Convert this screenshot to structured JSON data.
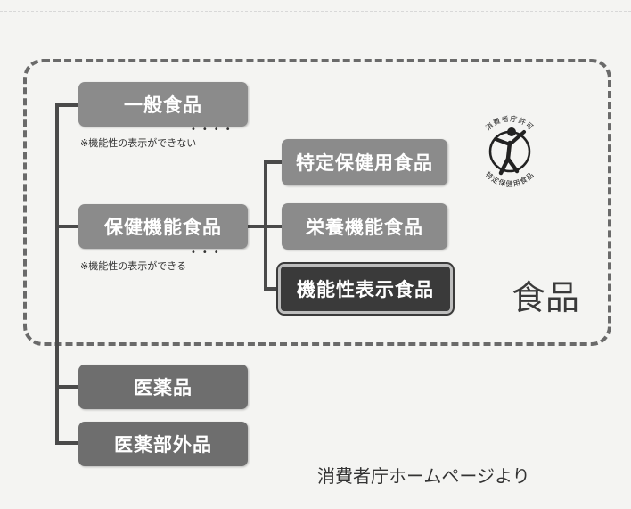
{
  "categories": {
    "general_food": "一般食品",
    "health_function_food": "保健機能食品",
    "foshu": "特定保健用食品",
    "nutrient_function_food": "栄養機能食品",
    "functional_claim_food": "機能性表示食品",
    "pharmaceuticals": "医薬品",
    "quasi_drugs": "医薬部外品"
  },
  "notes": {
    "cannot_display": "※機能性の表示ができない",
    "can_display": "※機能性の表示ができる"
  },
  "food_region_label": "食品",
  "source": "消費者庁ホームページより",
  "foshu_mark": {
    "top_text": "消費者庁許可",
    "bottom_text": "特定保健用食品"
  }
}
